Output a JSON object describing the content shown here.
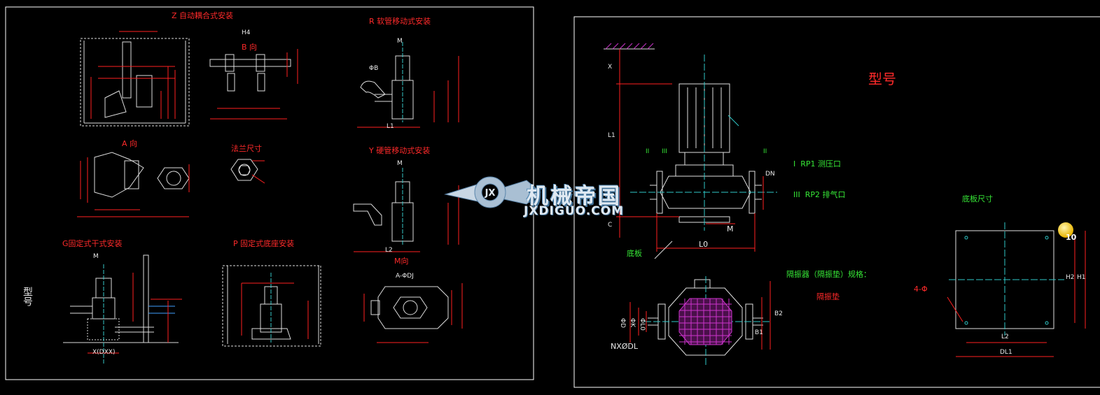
{
  "left_sheet": {
    "views": {
      "z_auto_coupling": "Z 自动耦合式安装",
      "r_soft_mobile": "R 软管移动式安装",
      "b_dir": "B 向",
      "a_dir": "A 向",
      "flange_size": "法兰尺寸",
      "y_hard_mobile": "Y 硬管移动式安装",
      "g_fixed_dry": "G固定式干式安装",
      "p_fixed_base": "P 固定式底座安装",
      "m_dir": "M向"
    },
    "vertical_title": "型号",
    "dims": {
      "h4": "H4",
      "m1": "M",
      "m2": "M",
      "m3": "M",
      "l1": "L1",
      "l2": "L2",
      "odb": "ΦB",
      "xdxx": "X(DXX)",
      "phi_dj": "A-ΦDJ"
    }
  },
  "right_sheet": {
    "title": "型号",
    "base_plate_size": "底板尺寸",
    "base_plate": "底板",
    "isolator_spec": "隔振器（隔振垫）规格：",
    "isolator_pad": "隔振垫",
    "legend": [
      {
        "mark": "I",
        "code": "RP1",
        "desc": "测压口"
      },
      {
        "mark": "III",
        "code": "RP2",
        "desc": "排气口"
      }
    ],
    "dims": {
      "x": "X",
      "l1": "L1",
      "c": "C",
      "l0": "L0",
      "m": "M",
      "dn": "DN",
      "phi_d": "ΦD",
      "phi_k": "ΦK",
      "phi_l0": "ΦL0",
      "nxodl": "NXØDL",
      "b1": "B1",
      "b2": "B2",
      "h1": "H1",
      "h2": "H2",
      "l2": "L2",
      "dl1": "DL1",
      "hole": "4-Φ",
      "ii": "II",
      "iii": "III",
      "i_right": "II"
    }
  },
  "watermark": {
    "cn": "机械帝国",
    "en": "JXDIGUO.COM"
  },
  "badge": {
    "count": "10"
  },
  "colors": {
    "background": "#000000",
    "frame": "#ffffff",
    "label_red": "#ff2a2a",
    "label_green": "#36e636",
    "dimension_red": "#ff2020",
    "hatch_magenta": "#cc33cc",
    "centerline_cyan": "#2fc8c8"
  }
}
